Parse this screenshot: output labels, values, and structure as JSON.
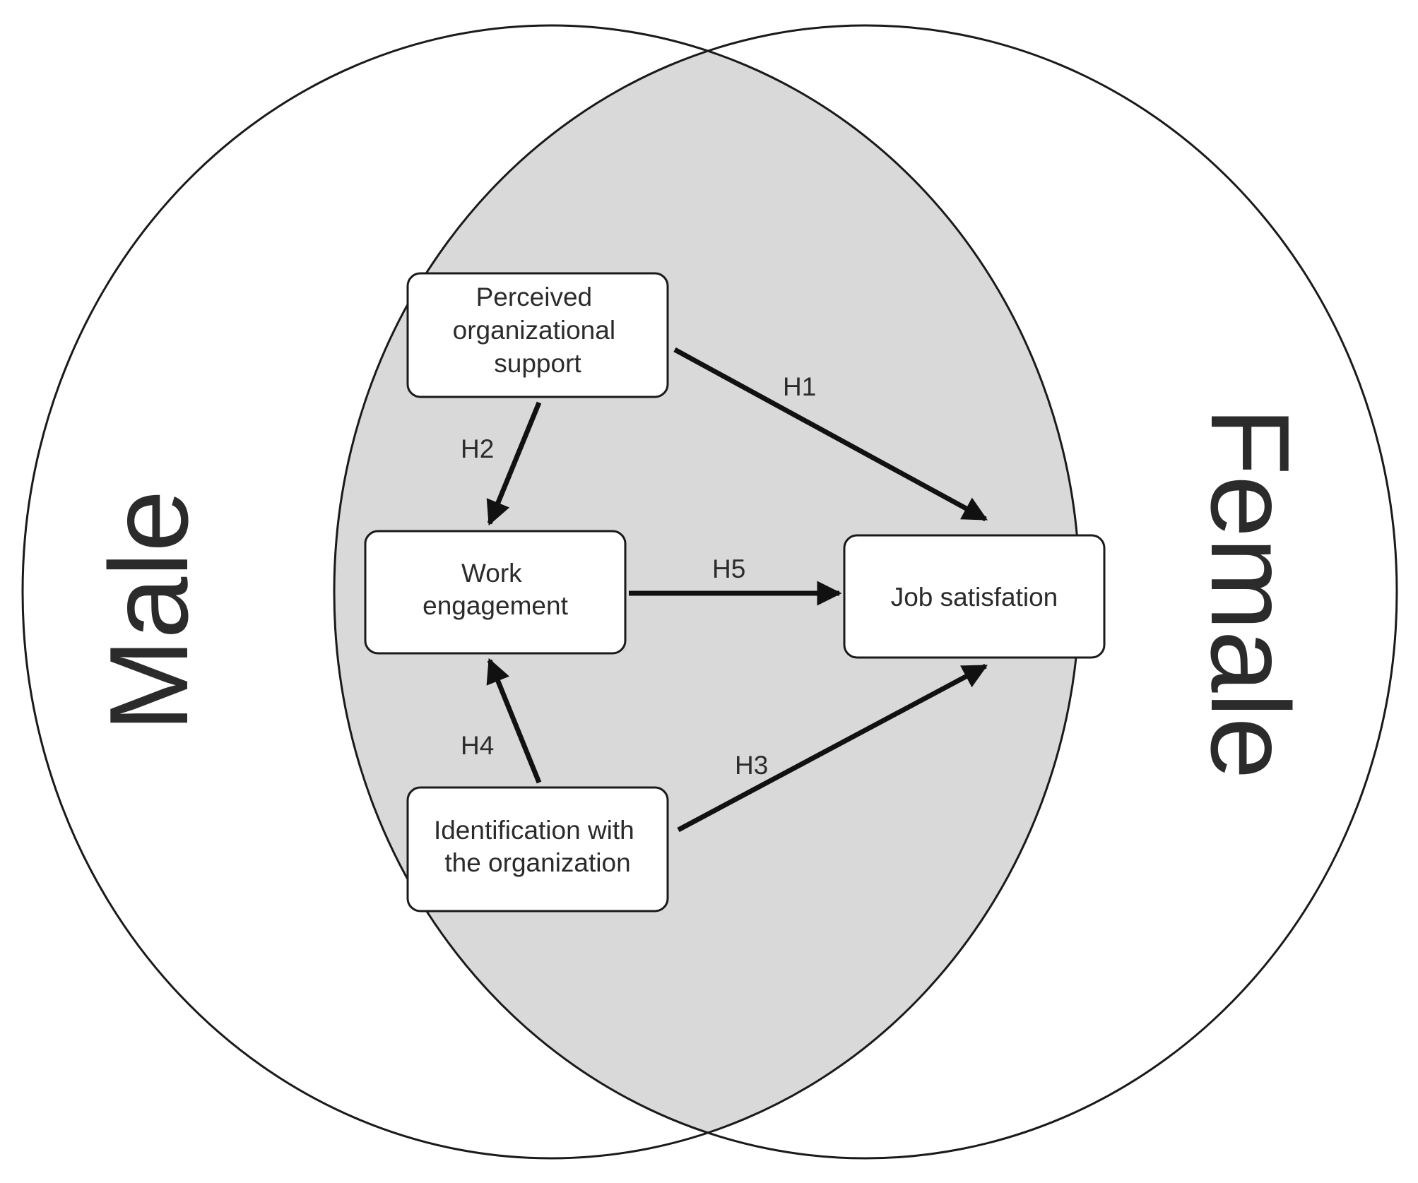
{
  "groups": {
    "left_label": "Male",
    "right_label": "Female",
    "overlap_color": "#d9d9d9"
  },
  "constructs": {
    "pos": [
      "Perceived",
      "organizational",
      "support"
    ],
    "we": [
      "Work",
      "engagement"
    ],
    "ident": [
      "Identification with",
      "the organization"
    ],
    "js": [
      "Job satisfation"
    ]
  },
  "paths": [
    {
      "label": "H1",
      "from": "Perceived organizational support",
      "to": "Job satisfation"
    },
    {
      "label": "H2",
      "from": "Perceived organizational support",
      "to": "Work engagement"
    },
    {
      "label": "H3",
      "from": "Identification with the organization",
      "to": "Job satisfation"
    },
    {
      "label": "H4",
      "from": "Identification with the organization",
      "to": "Work engagement"
    },
    {
      "label": "H5",
      "from": "Work engagement",
      "to": "Job satisfation"
    }
  ]
}
